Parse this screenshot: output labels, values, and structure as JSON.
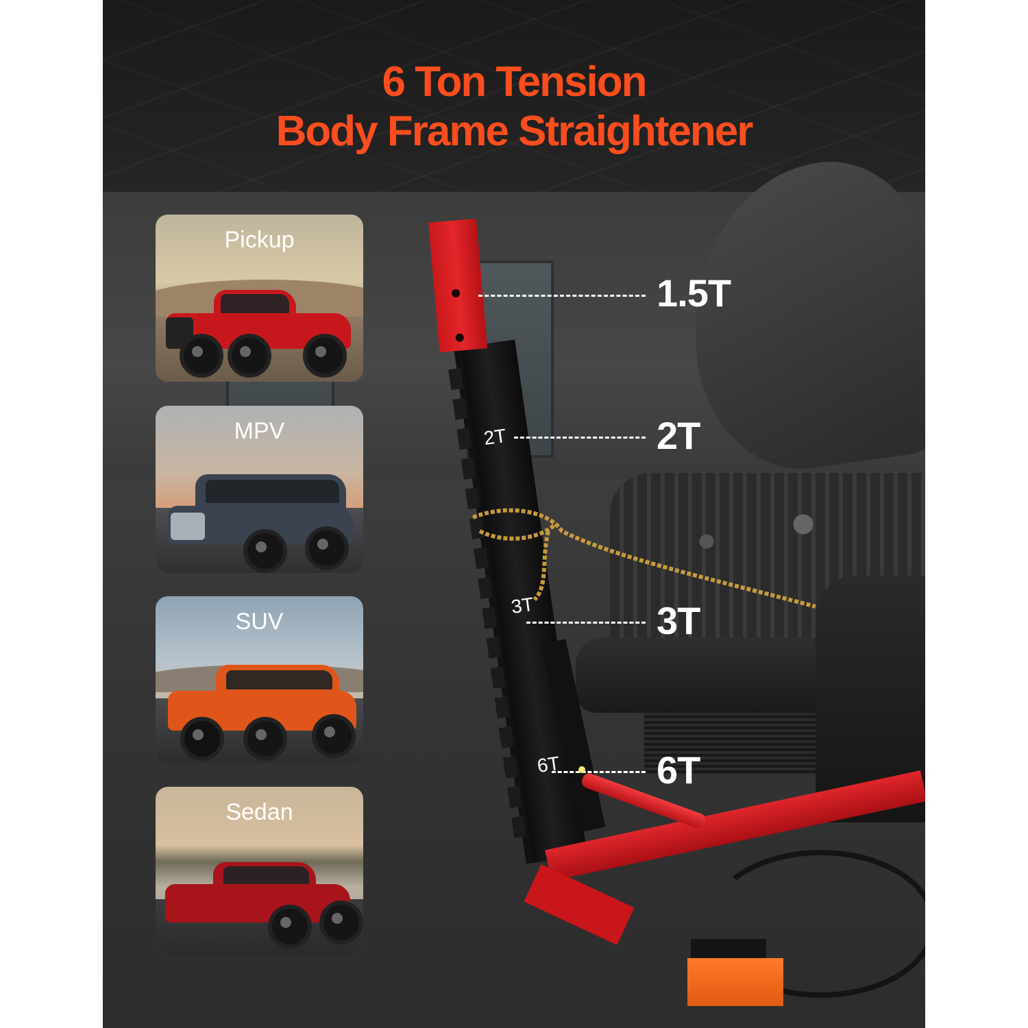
{
  "title": {
    "line1": "6 Ton Tension",
    "line2": "Body Frame Straightener",
    "color": "#fb4d1d"
  },
  "vehicle_types": [
    {
      "label": "Pickup",
      "body_color": "#c8171c"
    },
    {
      "label": "MPV",
      "body_color": "#3b4250"
    },
    {
      "label": "SUV",
      "body_color": "#e0561a"
    },
    {
      "label": "Sedan",
      "body_color": "#a8141c"
    }
  ],
  "tension_points": [
    {
      "label": "1.5T",
      "post_mark": ""
    },
    {
      "label": "2T",
      "post_mark": "2T"
    },
    {
      "label": "3T",
      "post_mark": "3T"
    },
    {
      "label": "6T",
      "post_mark": "6T"
    }
  ],
  "colors": {
    "frame_red": "#d81e22",
    "post_black": "#151515",
    "pump_orange": "#f06a1e",
    "label_white": "#ffffff"
  }
}
